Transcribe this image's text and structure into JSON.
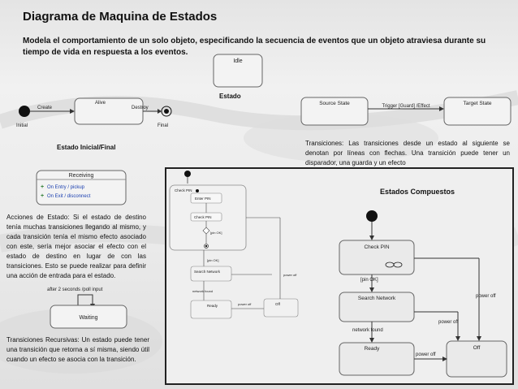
{
  "title": "Diagrama de Maquina de Estados",
  "description": "Modela el comportamiento de un solo objeto, especificando la secuencia de eventos que un objeto atraviesa durante su tiempo de vida en respuesta a los eventos.",
  "estado": {
    "caption": "Estado",
    "box_label": "Idle"
  },
  "inicial_final": {
    "caption": "Estado Inicial/Final",
    "initial_label": "Initial",
    "final_label": "Final",
    "state_label": "Alive",
    "create_label": "Create",
    "destroy_label": "Destroy"
  },
  "transiciones": {
    "source_label": "Source State",
    "target_label": "Target State",
    "trigger_label": "Trigger [Guard] /Effect",
    "text": "Transiciones: Las transiciones desde un estado al siguiente se denotan por líneas con flechas. Una transición puede tener un disparador, una guarda y un efecto"
  },
  "acciones": {
    "state_label": "Receiving",
    "entry_label": "On Entry / pickup",
    "exit_label": "On Exit / disconnect",
    "text": "Acciones de Estado: Si el estado de destino tenía muchas transiciones llegando al mismo, y cada transición tenía el mismo efecto asociado con este, sería mejor asociar el efecto con el estado de destino en lugar de con las transiciones. Esto se puede realizar para definir una acción de entrada para el estado."
  },
  "recursivas": {
    "loop_label": "after 2 seconds /poll input",
    "state_label": "Waiting",
    "text": "Transiciones Recursivas: Un estado puede tener una transición que retorna a sí misma, siendo útil cuando un efecto se asocia con la transición."
  },
  "compuestos": {
    "caption": "Estados Compuestos",
    "small": {
      "check_pin": "Check PIN",
      "enter_pin": "Enter PIN",
      "check_pin_inner": "Check PIN",
      "pin_ok": "[pin OK]",
      "pin_ok_2": "[pin OK]",
      "search": "Search Network",
      "network_found": "network found",
      "ready": "Ready",
      "off": "Off",
      "power_off_1": "power off",
      "power_off_2": "power off"
    },
    "large": {
      "check_pin": "Check PIN",
      "pin_ok": "[pin OK]",
      "search": "Search Network",
      "network_found": "network found",
      "ready": "Ready",
      "off": "Off",
      "power_off_1": "power off",
      "power_off_2": "power off",
      "power_off_3": "power off"
    }
  }
}
